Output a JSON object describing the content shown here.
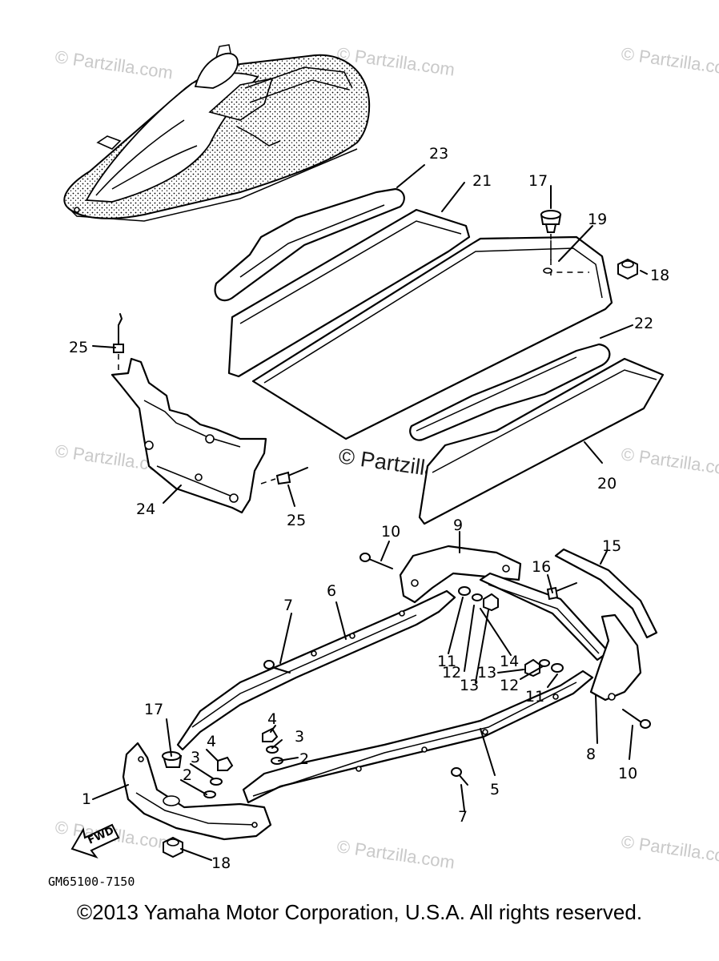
{
  "watermark": {
    "text": "© Partzilla.com",
    "main_text": "© Partzilla.com"
  },
  "diagram_code": "GM65100-7150",
  "fwd_label": "FWD",
  "copyright": "©2013 Yamaha Motor Corporation, U.S.A. All rights reserved.",
  "callouts": {
    "c1": "1",
    "c2a": "2",
    "c2b": "2",
    "c3a": "3",
    "c3b": "3",
    "c4a": "4",
    "c4b": "4",
    "c5": "5",
    "c6": "6",
    "c7a": "7",
    "c7b": "7",
    "c8": "8",
    "c9": "9",
    "c10a": "10",
    "c10b": "10",
    "c11a": "11",
    "c11b": "11",
    "c12a": "12",
    "c12b": "12",
    "c13a": "13",
    "c13b": "13",
    "c14": "14",
    "c15": "15",
    "c16": "16",
    "c17a": "17",
    "c17b": "17",
    "c18a": "18",
    "c18b": "18",
    "c19": "19",
    "c20": "20",
    "c21": "21",
    "c22": "22",
    "c23": "23",
    "c24": "24",
    "c25a": "25",
    "c25b": "25"
  }
}
